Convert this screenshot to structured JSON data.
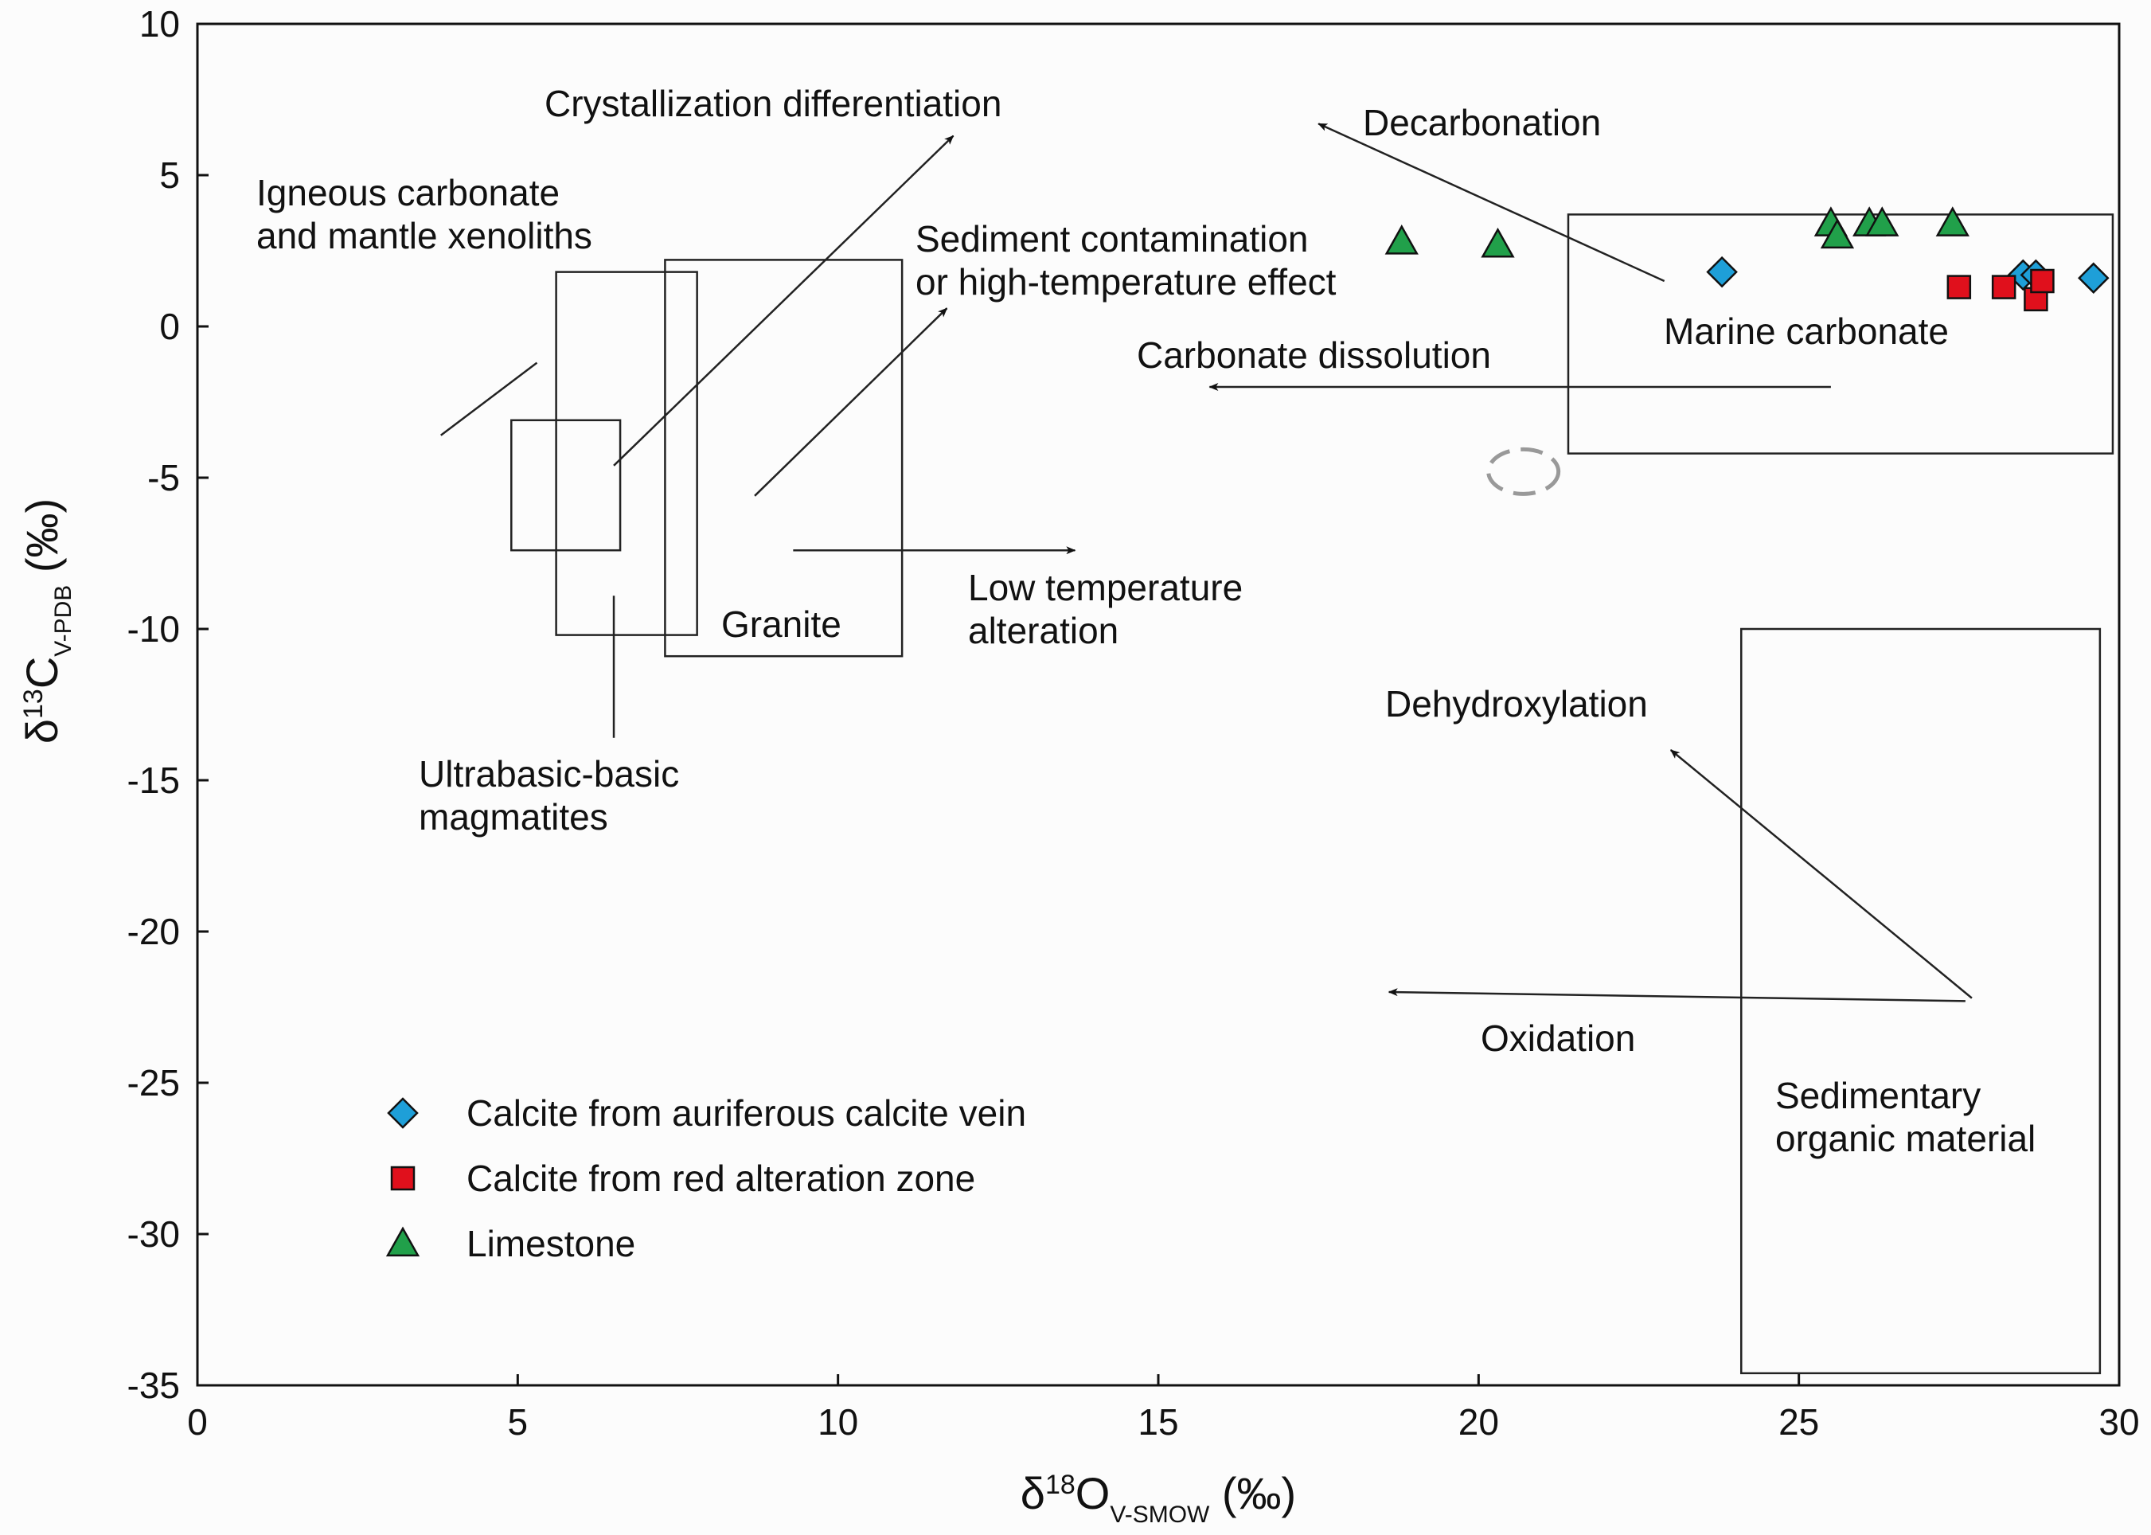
{
  "chart_data": {
    "type": "scatter",
    "xlabel": {
      "main": "δ",
      "sup": "18",
      "sym": "O",
      "sub": "V-SMOW",
      "unit": "(‰)"
    },
    "ylabel": {
      "main": "δ",
      "sup": "13",
      "sym": "C",
      "sub": "V-PDB",
      "unit": "(‰)"
    },
    "xlim": [
      0,
      30
    ],
    "ylim": [
      -35,
      10
    ],
    "xticks": [
      "0",
      "5",
      "10",
      "15",
      "20",
      "25",
      "30"
    ],
    "yticks": [
      "10",
      "5",
      "0",
      "-5",
      "-10",
      "-15",
      "-20",
      "-25",
      "-30",
      "-35"
    ],
    "grid": false,
    "legend_position": "bottom-left",
    "series": [
      {
        "name": "Calcite from auriferous calcite vein",
        "marker": "diamond",
        "color": "#1e9fd8",
        "points": [
          [
            23.8,
            1.8
          ],
          [
            28.5,
            1.7
          ],
          [
            28.7,
            1.7
          ],
          [
            29.6,
            1.6
          ]
        ]
      },
      {
        "name": "Calcite from red alteration zone",
        "marker": "square",
        "color": "#e0101c",
        "points": [
          [
            27.5,
            1.3
          ],
          [
            28.2,
            1.3
          ],
          [
            28.7,
            0.9
          ],
          [
            28.8,
            1.5
          ]
        ]
      },
      {
        "name": "Limestone",
        "marker": "triangle",
        "color": "#21a04a",
        "points": [
          [
            18.8,
            2.8
          ],
          [
            20.3,
            2.7
          ],
          [
            25.5,
            3.4
          ],
          [
            25.6,
            3.0
          ],
          [
            26.1,
            3.4
          ],
          [
            26.3,
            3.4
          ],
          [
            27.4,
            3.4
          ]
        ]
      }
    ],
    "fields": [
      {
        "name": "Igneous carbonate and mantle xenoliths",
        "x": [
          4.9,
          6.6
        ],
        "y": [
          -7.4,
          -3.1
        ]
      },
      {
        "name": "Ultrabasic-basic magmatites",
        "x": [
          5.6,
          7.8
        ],
        "y": [
          -10.2,
          1.8
        ]
      },
      {
        "name": "Granite",
        "x": [
          7.3,
          11.0
        ],
        "y": [
          -10.9,
          2.2
        ]
      },
      {
        "name": "Marine carbonate",
        "x": [
          21.4,
          29.9
        ],
        "y": [
          -4.2,
          3.7
        ]
      },
      {
        "name": "Sedimentary organic material",
        "x": [
          24.1,
          29.7
        ],
        "y": [
          -34.6,
          -10.0
        ]
      }
    ],
    "annotations": [
      {
        "id": "crystallization",
        "text": "Crystallization differentiation"
      },
      {
        "id": "igneous",
        "lines": [
          "Igneous carbonate",
          "and  mantle xenoliths"
        ]
      },
      {
        "id": "sediment",
        "lines": [
          "Sediment contamination",
          "or high-temperature effect"
        ]
      },
      {
        "id": "decarbonation",
        "text": "Decarbonation"
      },
      {
        "id": "marine",
        "text": "Marine carbonate"
      },
      {
        "id": "dissolution",
        "text": "Carbonate  dissolution"
      },
      {
        "id": "lowtemp",
        "lines": [
          "Low temperature",
          "alteration"
        ]
      },
      {
        "id": "granite",
        "text": "Granite"
      },
      {
        "id": "ultrabasic",
        "lines": [
          "Ultrabasic-basic",
          "magmatites"
        ]
      },
      {
        "id": "dehydroxylation",
        "text": "Dehydroxylation"
      },
      {
        "id": "oxidation",
        "text": "Oxidation"
      },
      {
        "id": "sedorganic",
        "lines": [
          "Sedimentary",
          "organic material"
        ]
      }
    ]
  }
}
